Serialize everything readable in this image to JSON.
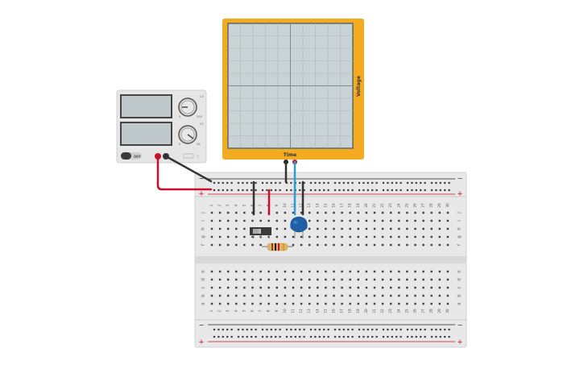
{
  "oscilloscope": {
    "x_axis_label": "Time",
    "y_axis_label": "Voltage",
    "frame_color": "#f3ab21",
    "screen_color": "#c9d3d6"
  },
  "power_supply": {
    "knob1_labels": [
      "0",
      "30V"
    ],
    "knob2_labels": [
      "0",
      "5A"
    ],
    "knob_top_labels": [
      "CV",
      "CC"
    ],
    "switch_label": "OFF",
    "terminal_colors": {
      "positive": "#c8102e",
      "negative": "#333333"
    }
  },
  "breadboard": {
    "rail_symbols": {
      "minus": "−",
      "plus": "+"
    },
    "column_numbers": [
      "1",
      "2",
      "3",
      "4",
      "5",
      "6",
      "7",
      "8",
      "9",
      "10",
      "11",
      "12",
      "13",
      "14",
      "15",
      "16",
      "17",
      "18",
      "19",
      "20",
      "21",
      "22",
      "23",
      "24",
      "25",
      "26",
      "27",
      "28",
      "29",
      "30"
    ],
    "row_letters_top": [
      "j",
      "i",
      "h",
      "g",
      "f"
    ],
    "row_letters_bottom": [
      "e",
      "d",
      "c",
      "b",
      "a"
    ],
    "rail_colors": {
      "positive": "#c8102e",
      "negative": "#222222"
    }
  },
  "components": [
    {
      "name": "slide-switch"
    },
    {
      "name": "resistor",
      "bands": [
        "#8b4513",
        "#111111",
        "#c8102e",
        "#d4a017"
      ]
    },
    {
      "name": "ceramic-capacitor",
      "color": "#1f5fa8"
    }
  ],
  "wires": [
    {
      "name": "wire-psu-positive",
      "color": "#c8102e"
    },
    {
      "name": "wire-psu-negative",
      "color": "#333333"
    },
    {
      "name": "wire-scope-ground",
      "color": "#333333"
    },
    {
      "name": "wire-scope-probe",
      "color": "#2a9fd6"
    },
    {
      "name": "wire-board-negative",
      "color": "#333333"
    },
    {
      "name": "wire-board-positive",
      "color": "#c8102e"
    }
  ]
}
